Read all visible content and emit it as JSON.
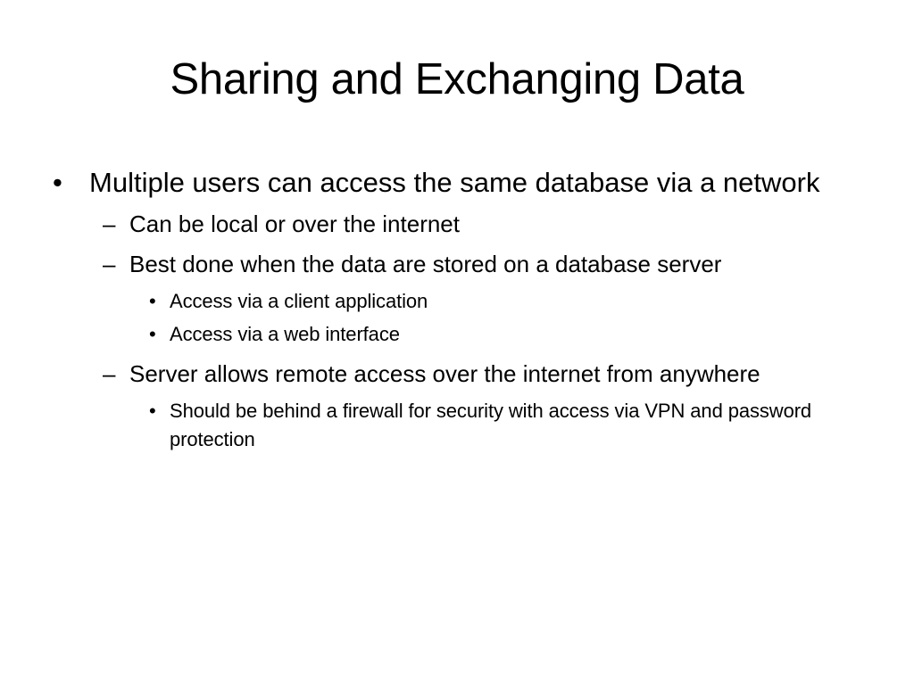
{
  "slide": {
    "title": "Sharing and Exchanging Data",
    "bullets": [
      {
        "marker": "•",
        "text": "Multiple users can access the same database via a network"
      },
      {
        "marker": "–",
        "text": "Can be local or over the internet"
      },
      {
        "marker": "–",
        "text": "Best done when the data are stored on a database server"
      },
      {
        "marker": "•",
        "text": "Access via a client application"
      },
      {
        "marker": "•",
        "text": "Access via a web interface"
      },
      {
        "marker": "–",
        "text": "Server allows remote access over the internet from anywhere"
      },
      {
        "marker": "•",
        "text": "Should be behind a firewall for security with access via VPN and password protection"
      }
    ]
  }
}
